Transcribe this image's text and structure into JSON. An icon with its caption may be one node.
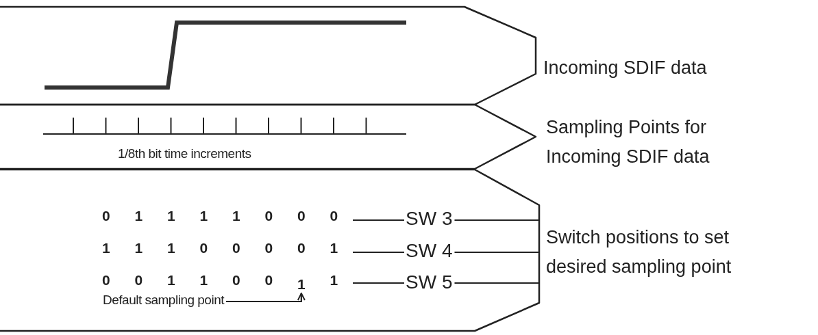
{
  "diagram": {
    "nodes": [
      {
        "text": [
          "Incoming SDIF data"
        ]
      },
      {
        "text": [
          "Sampling Points for Incoming SDIF data"
        ]
      },
      {
        "text": [
          "Switch positions to set desired sampling point"
        ]
      },
      {
        "text": [
          "SW 3"
        ],
        "in": 2
      },
      {
        "text": [
          "SW 4"
        ],
        "in": 2
      },
      {
        "text": [
          "SW 5"
        ],
        "in": 2
      },
      {
        "text": [
          "Default sampling point"
        ],
        "in": 2
      },
      {
        "text": [
          "1"
        ],
        "in": 2
      }
    ],
    "edges": [
      {
        "from": null,
        "to": 3,
        "arrow": "none"
      },
      {
        "from": 3,
        "to": null,
        "arrow": "none"
      },
      {
        "from": null,
        "to": 4,
        "arrow": "none"
      },
      {
        "from": 4,
        "to": null,
        "arrow": "none"
      },
      {
        "from": null,
        "to": 5,
        "arrow": "none"
      },
      {
        "from": 5,
        "to": null,
        "arrow": "none"
      },
      {
        "from": 6,
        "to": 7,
        "arrow": "to"
      }
    ],
    "labels": [
      "1/8th bit time increments",
      "0",
      "1",
      "1",
      "1",
      "1",
      "0",
      "0",
      "0",
      "1",
      "1",
      "1",
      "0",
      "0",
      "0",
      "0",
      "1",
      "0",
      "0",
      "1",
      "1",
      "0",
      "0",
      "1"
    ]
  }
}
